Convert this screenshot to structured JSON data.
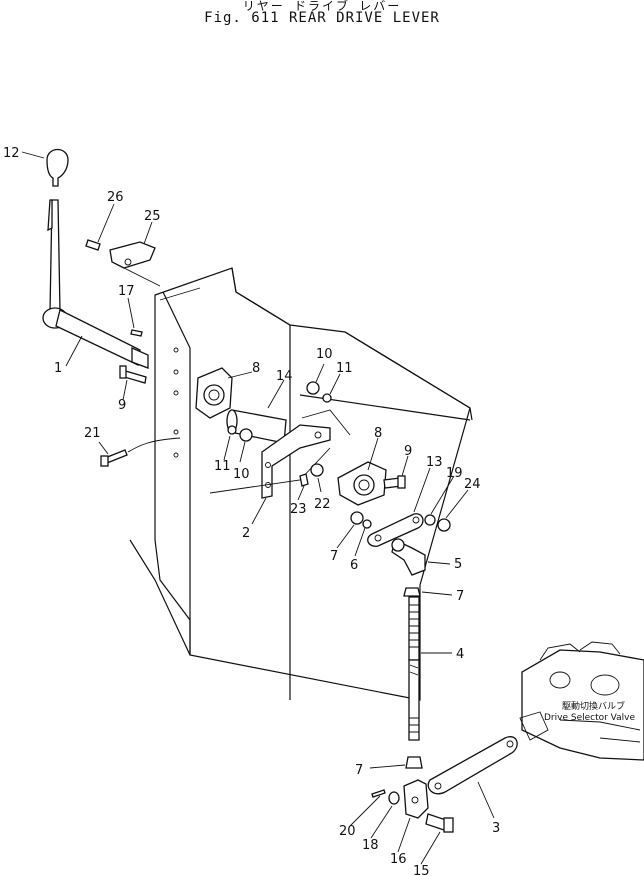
{
  "header": {
    "title_jp": "リヤー ドライブ レバー",
    "title_en": "Fig. 611  REAR  DRIVE  LEVER"
  },
  "callouts": [
    "12",
    "26",
    "25",
    "17",
    "1",
    "9",
    "21",
    "8",
    "14",
    "10",
    "11",
    "11",
    "10",
    "2",
    "23",
    "22",
    "8",
    "9",
    "13",
    "19",
    "24",
    "7",
    "6",
    "5",
    "7",
    "4",
    "7",
    "3",
    "20",
    "18",
    "16",
    "15"
  ],
  "valve_label": {
    "jp": "駆動切換バルブ",
    "en": "Drive Selector Valve"
  }
}
